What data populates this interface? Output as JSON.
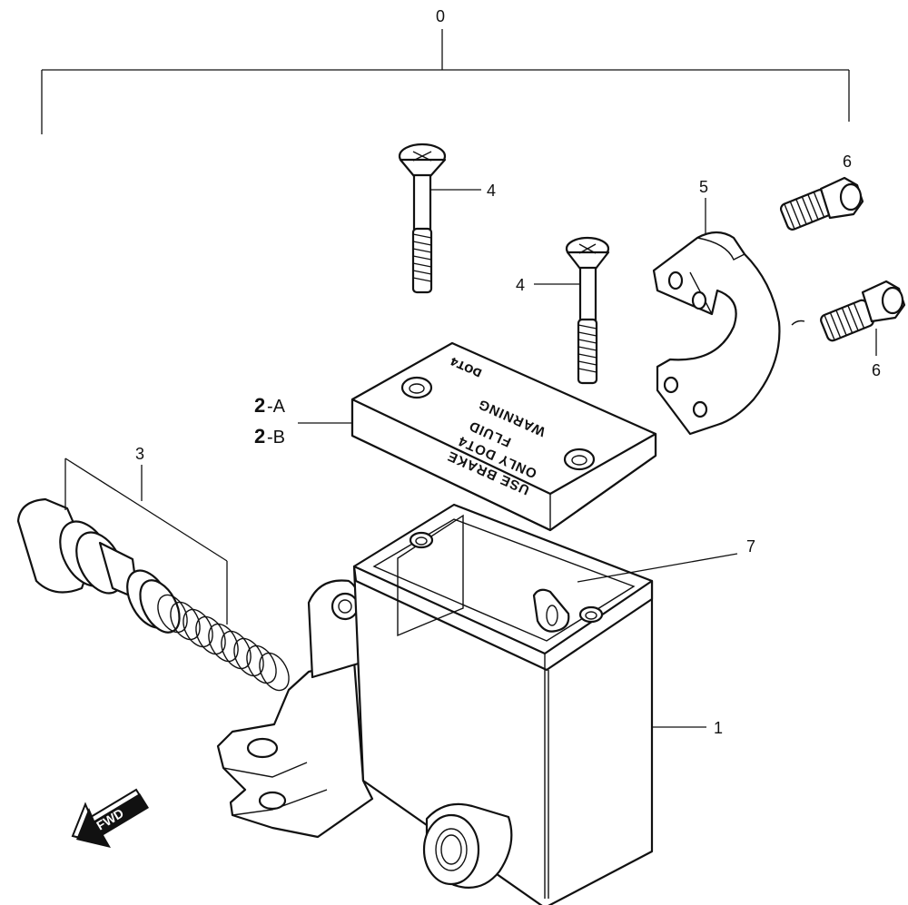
{
  "callouts": {
    "assembly": "0",
    "body": "1",
    "cap_a_num": "2",
    "cap_a_suffix": "-A",
    "cap_b_num": "2",
    "cap_b_suffix": "-B",
    "piston_kit": "3",
    "screw_upper": "4",
    "screw_lower": "4",
    "holder": "5",
    "bolt_upper": "6",
    "bolt_lower": "6",
    "diaphragm": "7"
  },
  "cap_text": {
    "line1": "USE BRAKE",
    "line2": "ONLY DOT4",
    "line3": "FLUID",
    "line4": "WARNING",
    "line5": "DOT4"
  },
  "direction_label": "FWD"
}
